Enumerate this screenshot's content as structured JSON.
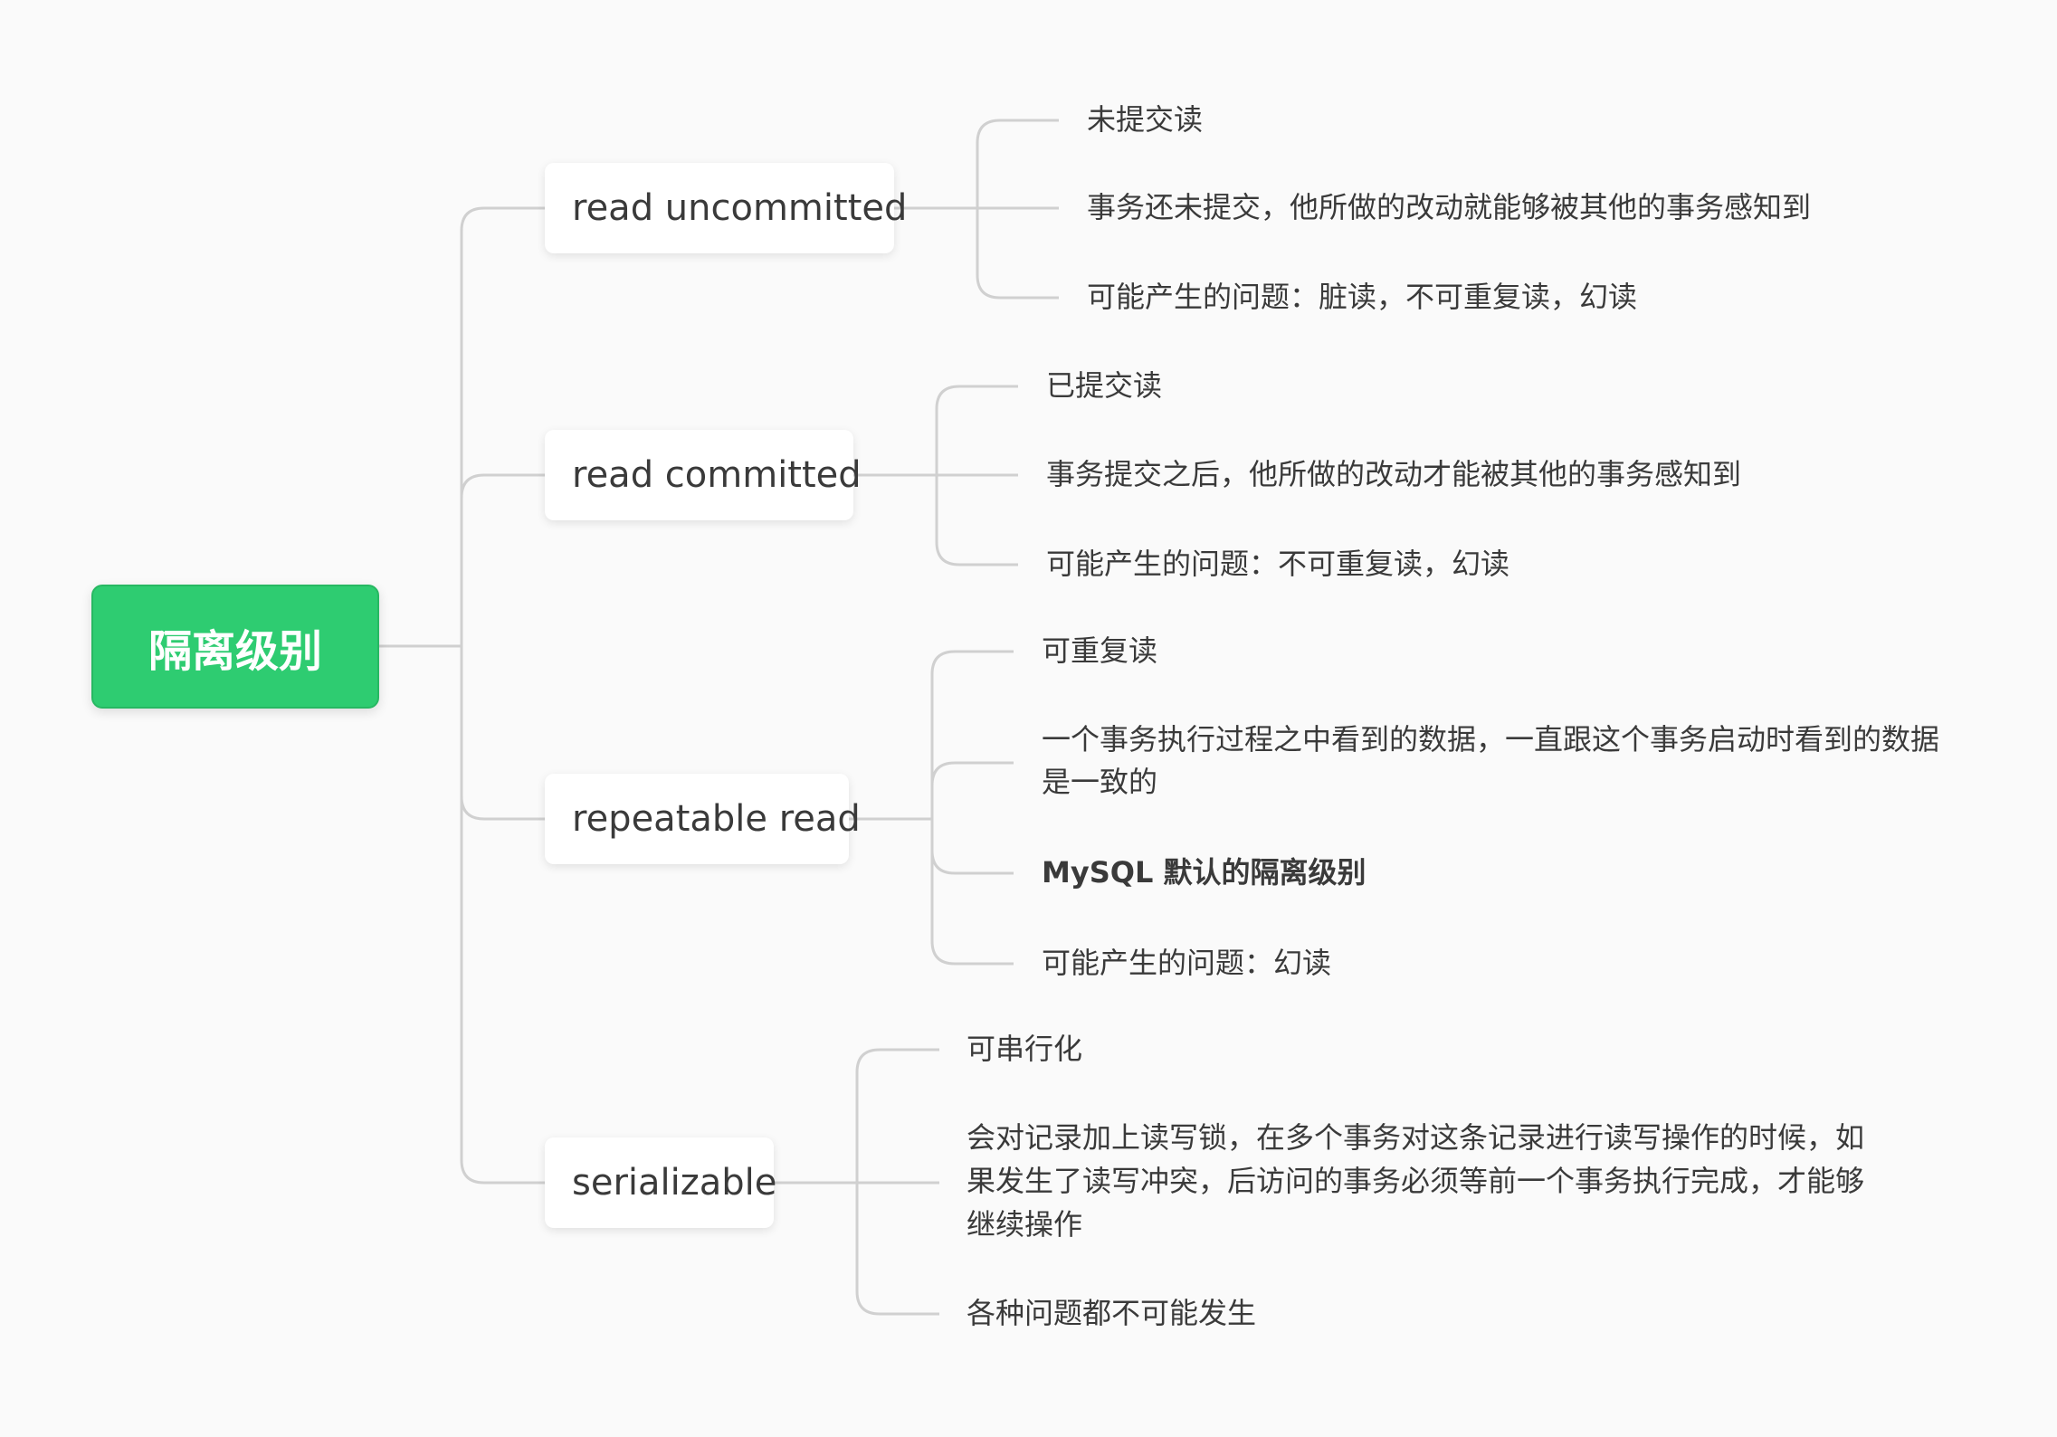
{
  "root": {
    "label": "隔离级别"
  },
  "branches": [
    {
      "label": "read uncommitted",
      "leaves": [
        "未提交读",
        "事务还未提交，他所做的改动就能够被其他的事务感知到",
        "可能产生的问题：脏读，不可重复读，幻读"
      ]
    },
    {
      "label": "read committed",
      "leaves": [
        "已提交读",
        "事务提交之后，他所做的改动才能被其他的事务感知到",
        "可能产生的问题：不可重复读，幻读"
      ]
    },
    {
      "label": "repeatable read",
      "leaves": [
        "可重复读",
        "一个事务执行过程之中看到的数据，一直跟这个事务启动时看到的数据",
        "是一致的",
        "MySQL 默认的隔离级别",
        "可能产生的问题：幻读"
      ]
    },
    {
      "label": "serializable",
      "leaves": [
        "可串行化",
        "会对记录加上读写锁，在多个事务对这条记录进行读写操作的时候，如",
        "果发生了读写冲突，后访问的事务必须等前一个事务执行完成，才能够",
        "继续操作",
        "各种问题都不可能发生"
      ]
    }
  ],
  "colors": {
    "root_fill": "#2ecc71",
    "connector": "#d0d0d0",
    "background": "#fafafa"
  }
}
